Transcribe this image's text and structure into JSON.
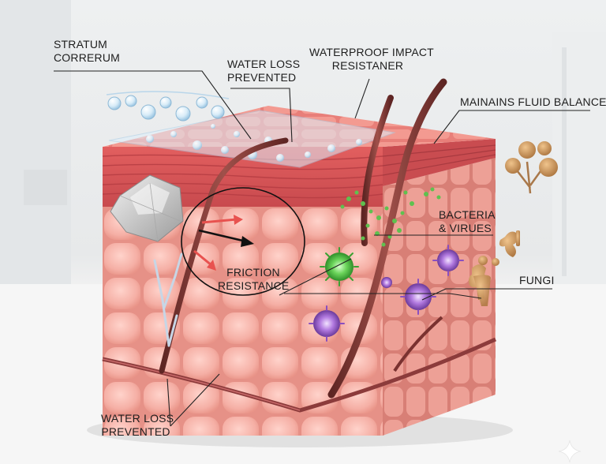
{
  "labels": {
    "stratum": {
      "line1": "STRATUM",
      "line2": "CORRERUM"
    },
    "water_loss_top": {
      "line1": "WATER LOSS",
      "line2": "PREVENTED"
    },
    "waterproof": {
      "line1": "WATERPROOF IMPACT",
      "line2": "RESISTANER"
    },
    "fluid_balance": "MAINAINS FLUID BALANCE",
    "bacteria": {
      "line1": "BACTERIA",
      "line2": "& VIRUES"
    },
    "friction": {
      "line1": "FRICTION",
      "line2": "RESISTANCE"
    },
    "fungi": "FUNGI",
    "water_loss_bottom": {
      "line1": "WATER LOSS",
      "line2": "PREVENTED"
    }
  },
  "icons": [
    "hexagonal-particle-icon",
    "green-virus-icon",
    "purple-virus-icon",
    "fungi-cluster-icon",
    "water-droplets-icon",
    "sparkle-icon"
  ],
  "colors": {
    "skin_cell": "#f5b4ab",
    "epidermis_red": "#d85d5f",
    "hair": "#8a3a36",
    "bacteria_green": "#5fc14f",
    "virus_purple": "#a46ad4",
    "fungi_tan": "#c9965f",
    "arrow_red": "#e8524f",
    "arrow_black": "#111111"
  }
}
